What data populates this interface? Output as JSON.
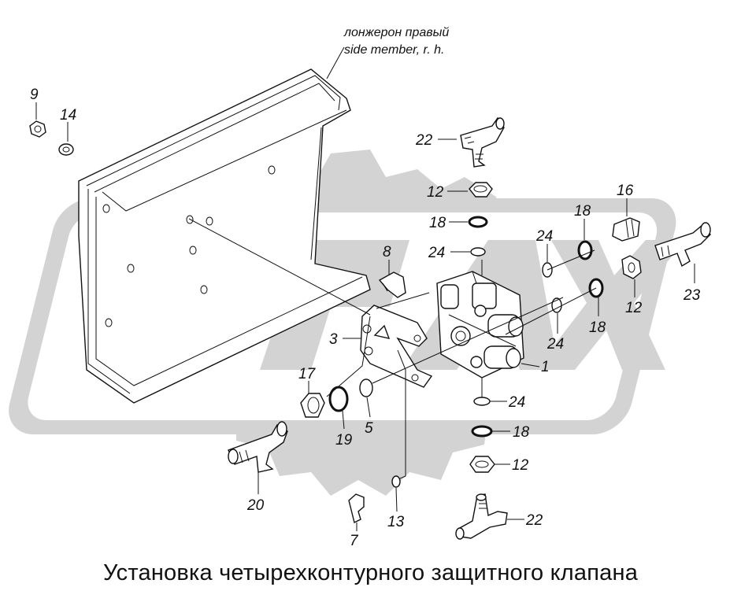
{
  "figure": {
    "note_line1": "лонжерон правый",
    "note_line2": "side member, r. h.",
    "title": "Установка четырехконтурного защитного клапана",
    "watermark": "OPAX",
    "watermark_color": "#cfcfcf",
    "line_color": "#111111"
  },
  "callouts": {
    "c9": "9",
    "c14": "14",
    "c22a": "22",
    "c12a": "12",
    "c18a": "18",
    "c24a": "24",
    "c8": "8",
    "c16": "16",
    "c18b": "18",
    "c24b": "24",
    "c23": "23",
    "c12b": "12",
    "c18c": "18",
    "c24c": "24",
    "c3": "3",
    "c1": "1",
    "c17": "17",
    "c19": "19",
    "c5": "5",
    "c24d": "24",
    "c18d": "18",
    "c12c": "12",
    "c20": "20",
    "c13": "13",
    "c7": "7",
    "c22b": "22"
  }
}
